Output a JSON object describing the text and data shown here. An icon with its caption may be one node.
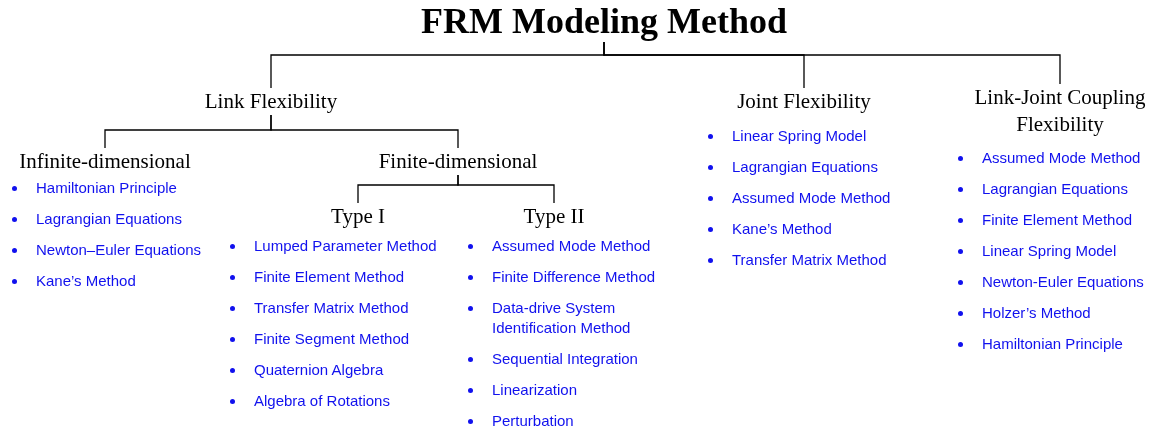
{
  "diagram": {
    "nodes": [
      {
        "text": [
          "FRM Modeling Method"
        ]
      },
      {
        "text": [
          "Link Flexibility"
        ]
      },
      {
        "text": [
          "Joint Flexibility"
        ],
        "beside": [
          "Linear Spring Model",
          "Lagrangian Equations",
          "Assumed Mode Method",
          "Kane’s Method",
          "Transfer Matrix Method"
        ]
      },
      {
        "text": [
          "Link-Joint Coupling Flexibility"
        ],
        "beside": [
          "Assumed Mode Method",
          "Lagrangian Equations",
          "Finite Element Method",
          "Linear Spring Model",
          "Newton-Euler Equations",
          "Holzer’s Method",
          "Hamiltonian Principle"
        ]
      },
      {
        "text": [
          "Infinite-dimensional"
        ],
        "beside": [
          "Hamiltonian Principle",
          "Lagrangian Equations",
          "Newton–Euler Equations",
          "Kane’s Method"
        ]
      },
      {
        "text": [
          "Finite-dimensional"
        ]
      },
      {
        "text": [
          "Type I"
        ],
        "beside": [
          "Lumped Parameter Method",
          "Finite Element Method",
          "Transfer Matrix Method",
          "Finite Segment Method",
          "Quaternion Algebra",
          "Algebra of Rotations"
        ]
      },
      {
        "text": [
          "Type II"
        ],
        "beside": [
          "Assumed Mode Method",
          "Finite Difference Method",
          "Data-drive System Identification Method",
          "Sequential Integration",
          "Linearization",
          "Perturbation"
        ]
      }
    ],
    "edges": [
      {
        "from": 0,
        "to": 1,
        "arrow": "none"
      },
      {
        "from": 0,
        "to": 2,
        "arrow": "none"
      },
      {
        "from": 0,
        "to": 3,
        "arrow": "none"
      },
      {
        "from": 1,
        "to": 4,
        "arrow": "none"
      },
      {
        "from": 1,
        "to": 5,
        "arrow": "none"
      },
      {
        "from": 5,
        "to": 6,
        "arrow": "none"
      },
      {
        "from": 5,
        "to": 7,
        "arrow": "none"
      }
    ]
  }
}
